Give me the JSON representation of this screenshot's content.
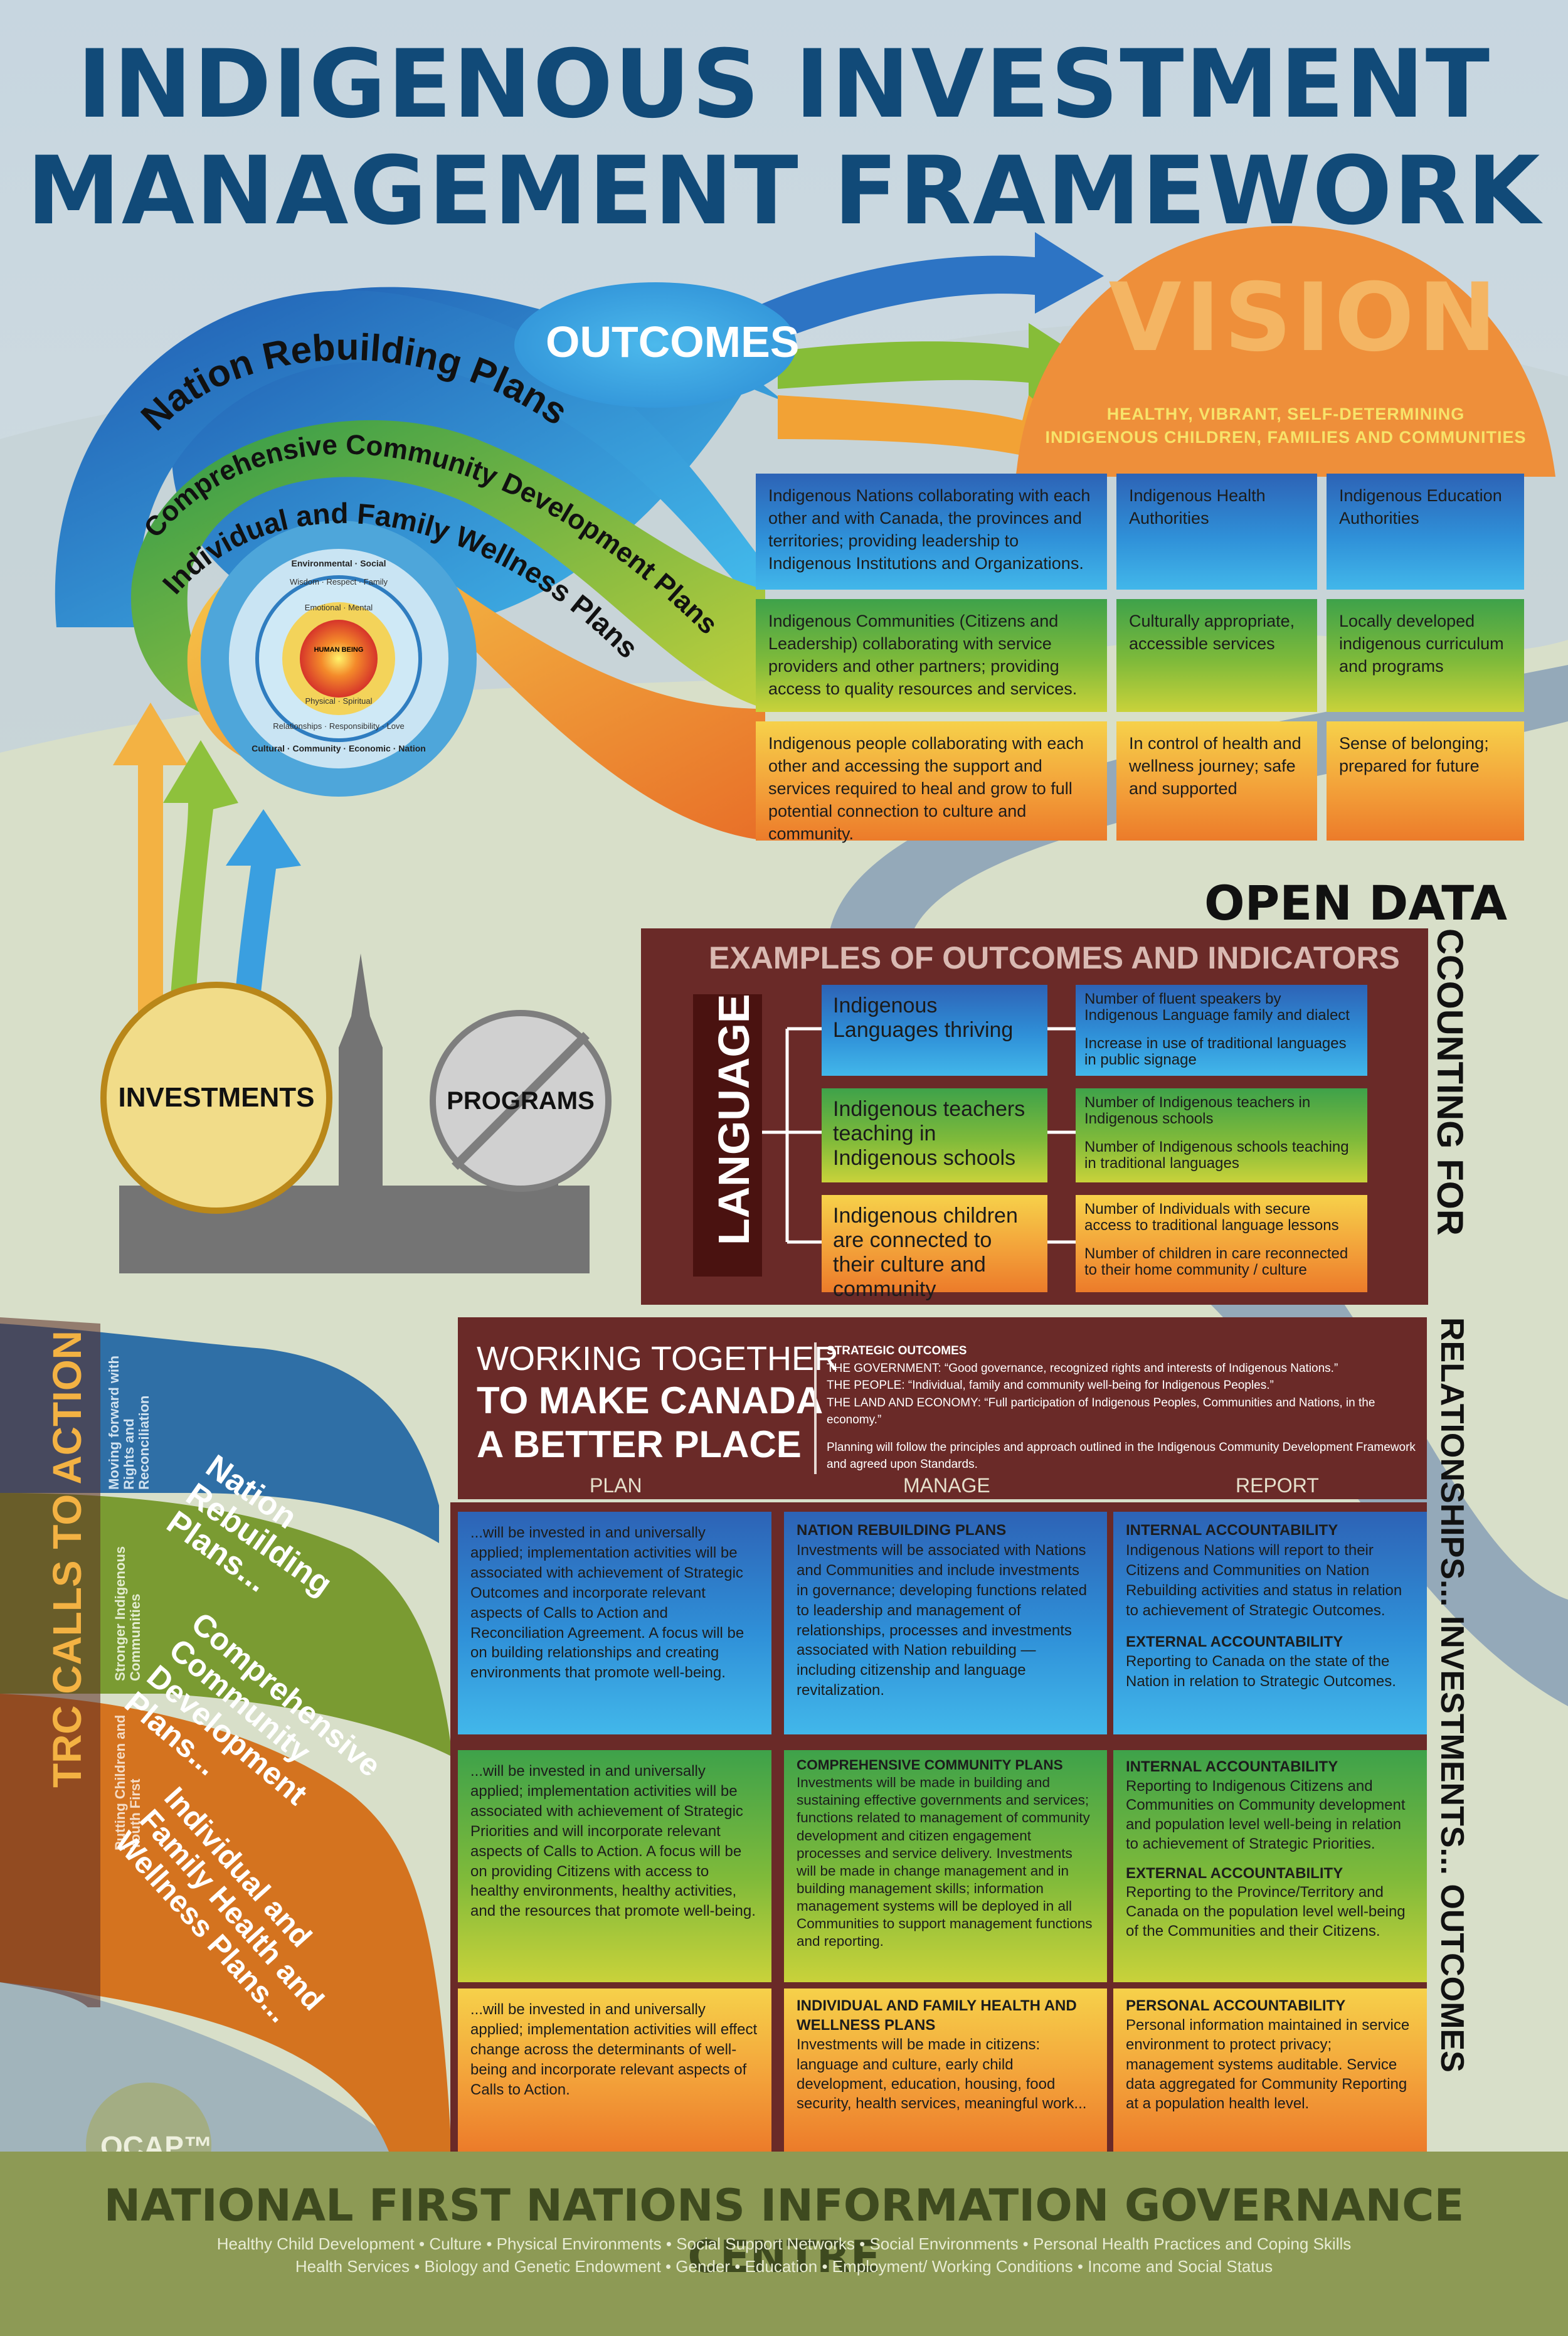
{
  "title": {
    "line1": "INDIGENOUS INVESTMENT",
    "line2": "MANAGEMENT FRAMEWORK"
  },
  "spiral": {
    "outcomes": "OUTCOMES",
    "nation": "Nation Rebuilding Plans",
    "community": "Comprehensive Community Development Plans",
    "individual": "Individual and Family Wellness Plans",
    "wheel": {
      "center": "HUMAN BEING",
      "ring1": [
        "Emotional",
        "Mental",
        "Physical",
        "Spiritual"
      ],
      "ring2": [
        "Wisdom",
        "Respect",
        "Relationships",
        "Responsibility",
        "Love",
        "Family"
      ],
      "ring3": [
        "Environmental",
        "Social",
        "Economic",
        "Cultural",
        "Community",
        "Nation"
      ]
    }
  },
  "vision": {
    "word": "VISION",
    "sub1": "HEALTHY, VIBRANT, SELF-DETERMINING",
    "sub2": "INDIGENOUS CHILDREN, FAMILIES AND COMMUNITIES"
  },
  "outcomes_grid": [
    {
      "a": "Indigenous Nations collaborating with each other and with Canada, the provinces and territories; providing leadership to Indigenous Institutions and Organizations.",
      "b": "Indigenous Health Authorities",
      "c": "Indigenous Education Authorities"
    },
    {
      "a": "Indigenous Communities (Citizens and Leadership) collaborating with service providers and other partners; providing access to quality resources and services.",
      "b": "Culturally appropriate, accessible services",
      "c": "Locally developed indigenous curriculum and programs"
    },
    {
      "a": "Indigenous people collaborating with each other and accessing the support and services required to heal and grow to full potential connection to culture and community.",
      "b": "In control of health and wellness journey; safe and supported",
      "c": "Sense of belonging; prepared for future"
    }
  ],
  "investments": "INVESTMENTS",
  "programs": "PROGRAMS",
  "open_data": {
    "open": "OPEN DATA",
    "accounting": "CCOUNTING FOR",
    "vertical": "RELATIONSHIPS... INVESTMENTS... OUTCOMES"
  },
  "examples": {
    "title": "EXAMPLES OF OUTCOMES AND INDICATORS",
    "category": "LANGUAGE",
    "items": [
      {
        "outcome": "Indigenous Languages thriving",
        "ind1": "Number of fluent speakers by Indigenous Language family and dialect",
        "ind2": "Increase in use of traditional languages in public signage"
      },
      {
        "outcome": "Indigenous teachers teaching in Indigenous schools",
        "ind1": "Number of Indigenous teachers in Indigenous schools",
        "ind2": "Number of Indigenous schools teaching in traditional languages"
      },
      {
        "outcome": "Indigenous children are connected to their culture and community",
        "ind1": "Number of Individuals with secure access to traditional language lessons",
        "ind2": "Number of children in care reconnected to their home community / culture"
      }
    ]
  },
  "working": {
    "line1": "WORKING TOGETHER",
    "line2": "TO MAKE CANADA",
    "line3": "A BETTER PLACE",
    "strategic_head": "STRATEGIC OUTCOMES",
    "gov": "THE GOVERNMENT: “Good governance, recognized rights and interests of Indigenous Nations.”",
    "people": "THE PEOPLE: “Individual, family and community well-being for Indigenous Peoples.”",
    "land": "THE LAND AND ECONOMY: “Full participation of Indigenous Peoples, Communities and Nations, in the economy.”",
    "planning": "Planning will follow the principles and approach outlined in the Indigenous Community Development Framework and agreed upon Standards."
  },
  "columns": [
    "PLAN",
    "MANAGE",
    "REPORT"
  ],
  "trc": {
    "title": "TRC CALLS TO ACTION",
    "s1": "Moving forward with Rights and Reconciliation",
    "s2": "Stronger Indigenous Communities",
    "s3": "Putting Children and Youth First",
    "band1": "Nation Rebuilding Plans...",
    "band2": "Comprehensive Community Development Plans...",
    "band3": "Individual and Family Health and Wellness Plans..."
  },
  "grid": [
    {
      "plan": "...will be invested in and universally applied; implementation activities will be associated with achievement of Strategic Outcomes and incorporate relevant aspects of Calls to Action and Reconciliation Agreement. A focus will be on building relationships and creating environments that promote well-being.",
      "manage_head": "NATION REBUILDING PLANS",
      "manage": "Investments will be associated with Nations and Communities and include investments in governance; developing functions related to leadership and management of relationships, processes and investments associated with Nation rebuilding — including citizenship and language revitalization.",
      "r1_head": "INTERNAL ACCOUNTABILITY",
      "r1": "Indigenous Nations will report to their Citizens and Communities on Nation Rebuilding activities and status in relation to achievement of Strategic Outcomes.",
      "r2_head": "EXTERNAL ACCOUNTABILITY",
      "r2": "Reporting to Canada on the state of the Nation in relation to Strategic Outcomes."
    },
    {
      "plan": "...will be invested in and universally applied; implementation activities will be associated with achievement of Strategic Priorities and will incorporate relevant aspects of Calls to Action. A focus will be on providing Citizens with access to healthy environments, healthy activities, and the resources that promote well-being.",
      "manage_head": "COMPREHENSIVE COMMUNITY PLANS",
      "manage": "Investments will be made in building and sustaining effective governments and services; functions related to management of community development and citizen engagement processes and service delivery. Investments will be made in change management and in building management skills; information management systems will be deployed in all Communities to support management functions and reporting.",
      "r1_head": "INTERNAL ACCOUNTABILITY",
      "r1": "Reporting to Indigenous Citizens and Communities on Community development and population level well-being in relation to achievement of Strategic Priorities.",
      "r2_head": "EXTERNAL ACCOUNTABILITY",
      "r2": "Reporting to the Province/Territory and Canada on the population level well-being of the Communities and their Citizens."
    },
    {
      "plan": "...will be invested in and universally applied; implementation activities will effect change across the determinants of well-being and incorporate relevant aspects of Calls to Action.",
      "manage_head": "INDIVIDUAL AND FAMILY HEALTH AND WELLNESS PLANS",
      "manage": "Investments will be made in citizens: language and culture, early child development, education, housing, food security, health services, meaningful work...",
      "r1_head": "PERSONAL ACCOUNTABILITY",
      "r1": "Personal information maintained in service environment to protect privacy; management systems auditable. Service data aggregated for Community Reporting at a population health level.",
      "r2_head": "",
      "r2": ""
    }
  ],
  "ocap": "OCAP™",
  "footer": {
    "title": "NATIONAL FIRST NATIONS INFORMATION GOVERNANCE CENTRE",
    "line1": "Healthy Child Development • Culture • Physical Environments • Social Support Networks • Social Environments • Personal Health Practices and Coping Skills",
    "line2": "Health Services • Biology and Genetic Endowment • Gender • Education • Employment/ Working Conditions • Income and Social Status"
  },
  "colors": {
    "title": "#114a78",
    "blue": "#2f8fd6",
    "green": "#7db83a",
    "orange": "#ee8a2c",
    "maroon": "#6a2a28",
    "vision": "#ee8f3a",
    "footer": "#8d9a55"
  }
}
